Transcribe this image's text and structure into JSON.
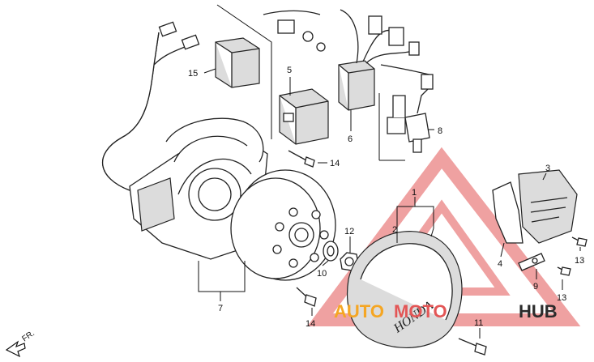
{
  "diagram": {
    "callouts": [
      {
        "id": "c1",
        "text": "1"
      },
      {
        "id": "c2",
        "text": "2"
      },
      {
        "id": "c3",
        "text": "3"
      },
      {
        "id": "c4",
        "text": "4"
      },
      {
        "id": "c5",
        "text": "5"
      },
      {
        "id": "c6",
        "text": "6"
      },
      {
        "id": "c7",
        "text": "7"
      },
      {
        "id": "c8",
        "text": "8"
      },
      {
        "id": "c9",
        "text": "9"
      },
      {
        "id": "c10",
        "text": "10"
      },
      {
        "id": "c11",
        "text": "11"
      },
      {
        "id": "c12",
        "text": "12"
      },
      {
        "id": "c13a",
        "text": "13"
      },
      {
        "id": "c13b",
        "text": "13"
      },
      {
        "id": "c14a",
        "text": "14"
      },
      {
        "id": "c14b",
        "text": "14"
      },
      {
        "id": "c15",
        "text": "15"
      }
    ],
    "direction_label": "FR.",
    "cover_brand": "HONDA",
    "watermark": {
      "part1": "AUTO",
      "part2": "MOTO",
      "part3": "HUB",
      "color1": "#f5a623",
      "color2": "#e35656",
      "color3": "#2b2b2b"
    }
  }
}
